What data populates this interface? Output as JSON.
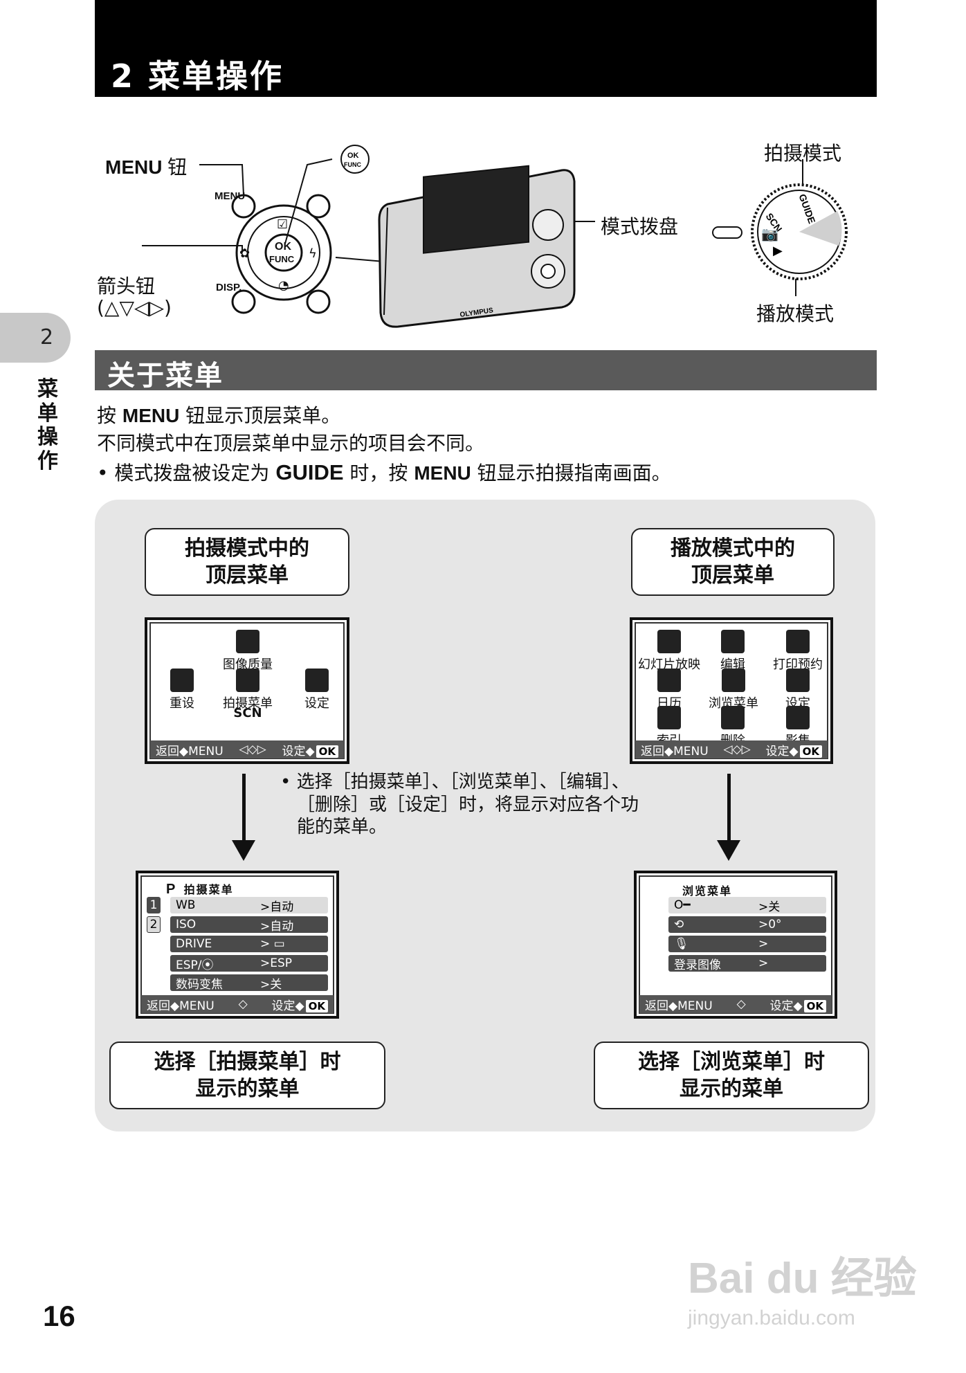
{
  "header": {
    "title": "2  菜单操作"
  },
  "side": {
    "chapter_num": "2",
    "chapter_title": "菜单操作"
  },
  "page_number": "16",
  "diagram": {
    "menu_button_label": "MENU",
    "menu_button_suffix": "钮",
    "ok_func_top": "OK",
    "ok_func_bottom": "FUNC",
    "arrow_button_label": "箭头钮",
    "arrow_button_symbols": "(△▽◁▷)",
    "mode_dial_label": "模式拨盘",
    "shooting_mode_label": "拍摄模式",
    "playback_mode_label": "播放模式",
    "button_menu_text": "MENU",
    "button_disp_text": "DISP.",
    "dial_guide_text": "GUIDE",
    "dial_scn_text": "SCN",
    "camera_brand": "OLYMPUS"
  },
  "section": {
    "title": "关于菜单"
  },
  "body": {
    "line1_pre": "按 ",
    "line1_kw": "MENU",
    "line1_post": " 钮显示顶层菜单。",
    "line2": "不同模式中在顶层菜单中显示的项目会不同。",
    "line3_pre": "• 模式拨盘被设定为 ",
    "line3_kw": "GUIDE",
    "line3_mid": " 时，按 ",
    "line3_kw2": "MENU",
    "line3_post": " 钮显示拍摄指南画面。"
  },
  "flow": {
    "shoot_top_box": [
      "拍摄模式中的",
      "顶层菜单"
    ],
    "play_top_box": [
      "播放模式中的",
      "顶层菜单"
    ],
    "shoot_menu_box": [
      "选择［拍摄菜单］时",
      "显示的菜单"
    ],
    "play_menu_box": [
      "选择［浏览菜单］时",
      "显示的菜单"
    ],
    "note": [
      "• 选择［拍摄菜单］、［浏览菜单］、［编辑］、",
      "［删除］或［设定］时，将显示对应各个功",
      "能的菜单。"
    ],
    "shoot_top_screen": {
      "items": [
        "图像质量",
        "重设",
        "拍摄菜单",
        "设定",
        "SCN"
      ],
      "bar": {
        "back": "返回◆MENU",
        "mid": "◁◇▷",
        "set": "设定◆",
        "ok": "OK"
      }
    },
    "play_top_screen": {
      "items": [
        "幻灯片放映",
        "编辑",
        "打印预约",
        "日历",
        "浏览菜单",
        "设定",
        "索引",
        "删除",
        "影集"
      ],
      "bar": {
        "back": "返回◆MENU",
        "mid": "◁◇▷",
        "set": "设定◆",
        "ok": "OK"
      }
    },
    "shoot_menu_screen": {
      "mode": "P",
      "title": "拍摄菜单",
      "tabs": [
        "1",
        "2"
      ],
      "rows": [
        {
          "name": "WB",
          "value": ">自动"
        },
        {
          "name": "ISO",
          "value": ">自动"
        },
        {
          "name": "DRIVE",
          "value": "> ▭"
        },
        {
          "name": "ESP/⦿",
          "value": ">ESP"
        },
        {
          "name": "数码变焦",
          "value": ">关"
        }
      ],
      "bar": {
        "back": "返回◆MENU",
        "mid": "◇",
        "set": "设定◆",
        "ok": "OK"
      }
    },
    "play_menu_screen": {
      "title": "浏览菜单",
      "rows": [
        {
          "name": "O━",
          "value": ">关"
        },
        {
          "name": "⟲",
          "value": ">0°"
        },
        {
          "name": "🎙",
          "value": ">"
        },
        {
          "name": "登录图像",
          "value": ">"
        }
      ],
      "bar": {
        "back": "返回◆MENU",
        "mid": "◇",
        "set": "设定◆",
        "ok": "OK"
      }
    }
  },
  "watermark": {
    "main": "Bai du 经验",
    "sub": "jingyan.baidu.com"
  }
}
